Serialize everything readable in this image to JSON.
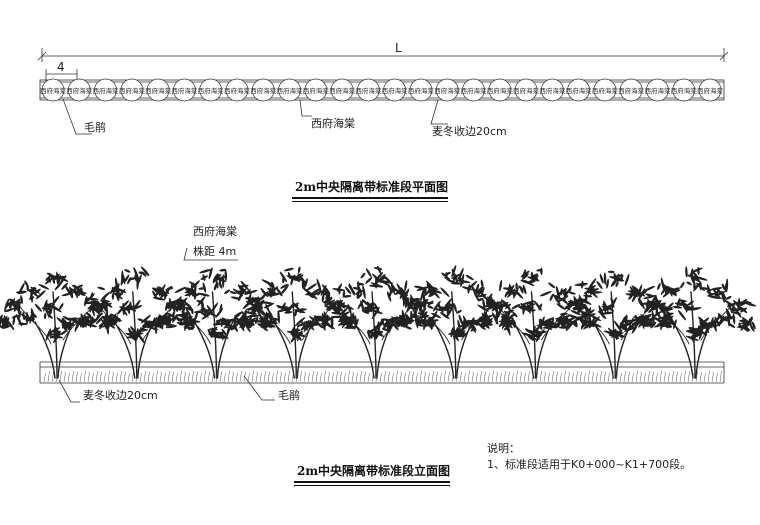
{
  "plan": {
    "length_label": "L",
    "spacing_label": "4",
    "circle_text": "西府海棠",
    "circle_count": 26,
    "labels": {
      "shrub": "毛鹃",
      "tree": "西府海棠",
      "edging": "麦冬收边20cm"
    },
    "title": "2m中央隔离带标准段平面图"
  },
  "elevation": {
    "tree_name": "西府海棠",
    "tree_spacing": "株距 4m",
    "tree_count": 9,
    "labels": {
      "edging": "麦冬收边20cm",
      "shrub": "毛鹃"
    },
    "title": "2m中央隔离带标准段立面图"
  },
  "notes": {
    "heading": "说明：",
    "item1": "1、标准段适用于K0+000~K1+700段。"
  },
  "colors": {
    "line": "#333333",
    "tree": "#222222"
  }
}
